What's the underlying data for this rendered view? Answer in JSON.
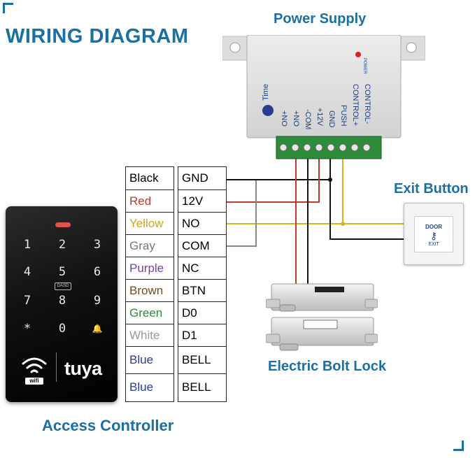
{
  "title": "WIRING DIAGRAM",
  "captions": {
    "power_supply": "Power Supply",
    "exit_button": "Exit Button",
    "bolt_lock": "Electric Bolt Lock",
    "access_controller": "Access Controller"
  },
  "wire_colors": {
    "rows": [
      {
        "name": "Black",
        "color": "#000000"
      },
      {
        "name": "Red",
        "color": "#c0392b"
      },
      {
        "name": "Yellow",
        "color": "#c8a71a"
      },
      {
        "name": "Gray",
        "color": "#777777"
      },
      {
        "name": "Purple",
        "color": "#7b3fa0"
      },
      {
        "name": "Brown",
        "color": "#7a4a1e"
      },
      {
        "name": "Green",
        "color": "#2e8b3a"
      },
      {
        "name": "White",
        "color": "#999999"
      },
      {
        "name": "Blue",
        "color": "#2a3c8f"
      },
      {
        "name": "Blue",
        "color": "#2a3c8f"
      }
    ]
  },
  "terminals": [
    "GND",
    "12V",
    "NO",
    "COM",
    "NC",
    "BTN",
    "D0",
    "D1",
    "BELL",
    "BELL"
  ],
  "psu_labels": [
    "Time",
    "+NO",
    "+NO",
    "-COM",
    "+12V",
    "GND",
    "PUSH",
    "CONTROL+",
    "CONTROL-"
  ],
  "psu_power_label": "POWER",
  "keypad": {
    "keys": [
      "1",
      "2",
      "3",
      "4",
      "5",
      "6",
      "7",
      "8",
      "9",
      "*",
      "0",
      "🔔"
    ],
    "badge": "DASD",
    "wifi_label": "wifi",
    "brand": "tuya"
  },
  "exit_button": {
    "top_text": "DOOR",
    "bottom_text": "EXIT"
  },
  "wire_palette": {
    "red": "#c0392b",
    "black": "#111111",
    "yellow": "#d6b21c",
    "gray": "#888888"
  }
}
